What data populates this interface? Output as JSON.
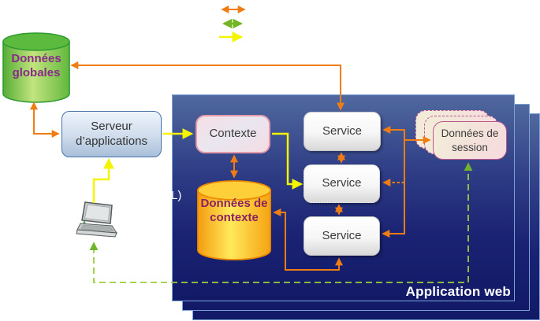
{
  "panel": {
    "title": "Application web",
    "partial_text": "L)"
  },
  "legend": {
    "items": [
      {
        "name": "orange-bidirectional-arrow",
        "color": "#F07D14"
      },
      {
        "name": "green-bidirectional-arrow",
        "color": "#72B626"
      },
      {
        "name": "yellow-unidirectional-arrow",
        "color": "#F4F400"
      }
    ]
  },
  "nodes": {
    "donnees_globales": {
      "label": "Données globales"
    },
    "serveur_applications": {
      "label": "Serveur d’applications"
    },
    "contexte": {
      "label": "Contexte"
    },
    "donnees_contexte": {
      "label": "Données de contexte"
    },
    "services": [
      {
        "label": "Service"
      },
      {
        "label": "Service"
      },
      {
        "label": "Service"
      }
    ],
    "donnees_session": {
      "label": "Données de session"
    }
  },
  "colors": {
    "orange_arrow": "#F07D14",
    "yellow_arrow": "#F4F400",
    "green_dashed_line": "#9BCE3A",
    "green_arrowhead": "#6FB52C",
    "panel_gradient_top": "#50699F",
    "panel_gradient_bottom": "#121A67",
    "globales_cylinder": "#63B83E",
    "contexte_cylinder": "#F5A312",
    "globales_text": "#8A2A8A",
    "contexte_data_text": "#8C2160",
    "session_border": "#B9588C"
  }
}
